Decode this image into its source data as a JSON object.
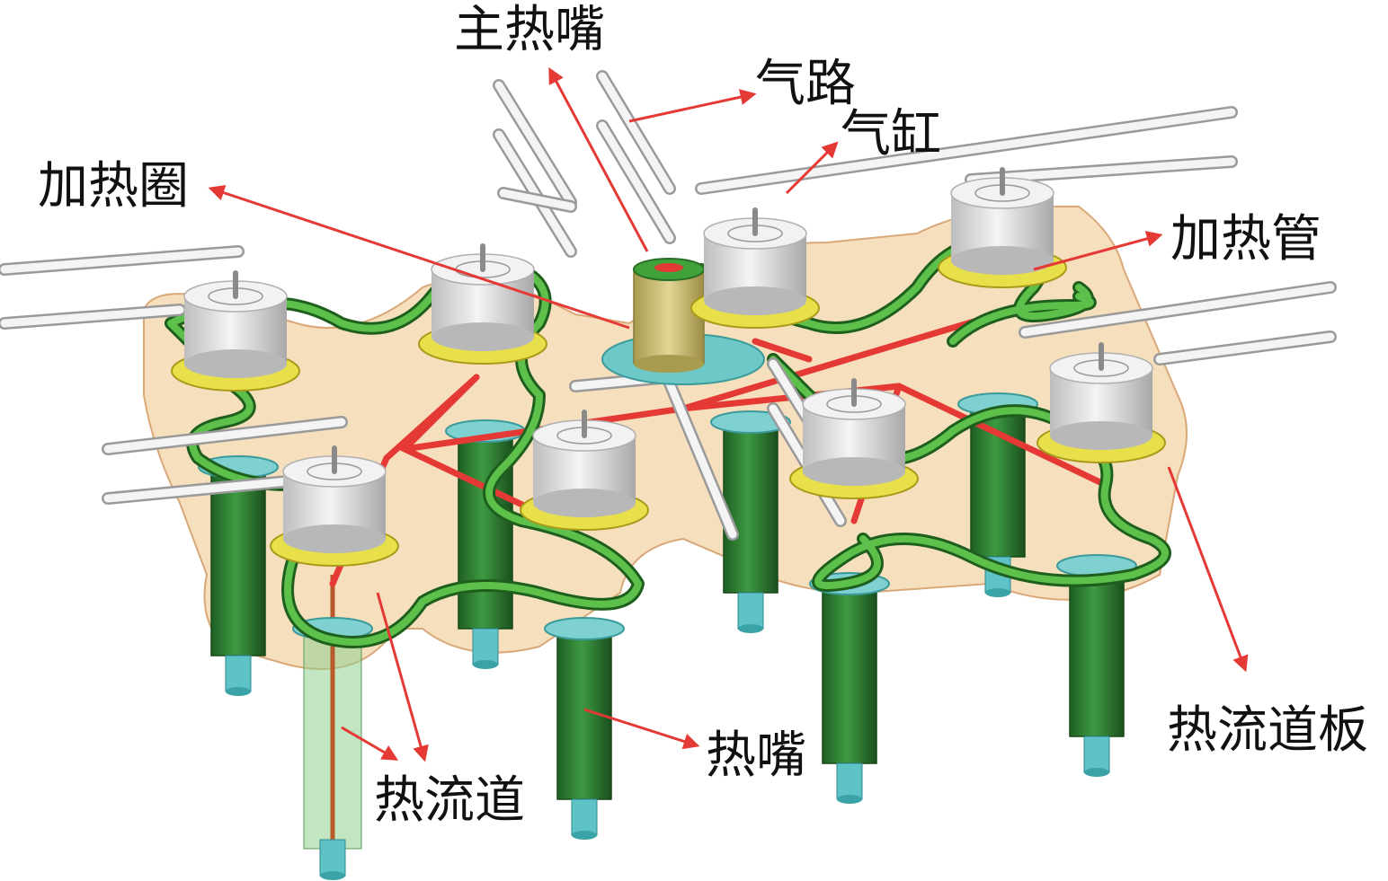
{
  "labels": {
    "main_nozzle": "主热嘴",
    "air_path": "气路",
    "cylinder": "气缸",
    "heating_ring": "加热圈",
    "heating_tube": "加热管",
    "hot_runner_plate": "热流道板",
    "nozzle": "热嘴",
    "runner": "热流道"
  },
  "colors": {
    "plate": "#f5d9b0",
    "plate_edge": "#d9a878",
    "heating_tube": "#3f9a2f",
    "nozzle_body": "#2e7d32",
    "cylinder": "#dedede",
    "heating_ring": "#e8e04a",
    "seal": "#7fd0d0",
    "main_nozzle": "#c9b96a",
    "runner": "#e53935",
    "leader_arrow": "#e53935",
    "air_pipe": "#f0f0f0"
  }
}
